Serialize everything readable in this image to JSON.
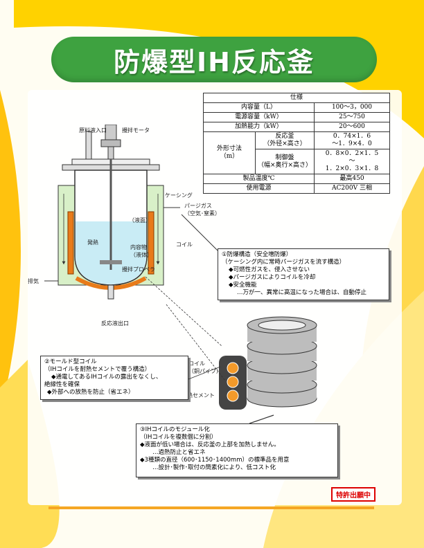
{
  "title": "防爆型IH反応釜",
  "spec": {
    "header": "仕様",
    "rows": [
      {
        "label": "内容量（L）",
        "value": "100～3，000"
      },
      {
        "label": "電源容量（kW）",
        "value": "25～750"
      },
      {
        "label": "加熱能力（kW）",
        "value": "20～600"
      }
    ],
    "dimension_label": "外形寸法\n（m）",
    "dimension_rows": [
      {
        "label": "反応釜\n（外径×高さ）",
        "value": "0．74×1．6\n～1．9×4．0"
      },
      {
        "label": "制御盤\n（幅×奥行×高さ）",
        "value": "0．8×0．2×1．5\n～\n1．2×0．3×1．8"
      }
    ],
    "temp": {
      "label": "製品温度℃",
      "value": "最高450"
    },
    "power": {
      "label": "使用電源",
      "value": "AC200V 三相"
    }
  },
  "diagram": {
    "raw_inlet": "原料液入口",
    "motor": "攪拌モータ",
    "casing": "ケーシング",
    "purge": "パージガス\n（空気･窒素）",
    "liquid_level": "（液面）",
    "heat": "発熱",
    "contents": "内容物\n（液体）",
    "coil": "コイル",
    "propeller": "攪拌プロペラ",
    "exhaust": "排気",
    "outlet": "反応液出口",
    "coil_pipe": "コイル\n（銅パイプ）",
    "cement": "耐熱セメント"
  },
  "callout1": {
    "title": "①防爆構造（安全増防爆）",
    "sub": "（ケーシング内に常時パージガスを流す構造）",
    "bullets": [
      "◆可燃性ガスを、侵入させない",
      "◆パージガスによりコイルを冷却",
      "◆安全機能"
    ],
    "note": "…万が一、異常に高温になった場合は、自動停止"
  },
  "callout2": {
    "title": "②モールド型コイル",
    "sub": "（IHコイルを耐熱セメントで覆う構造）",
    "line1": "◆通電してあるIHコイルの露出をなくし、",
    "line2": "絶縁性を確保",
    "line3": "◆外部への放熱を防止（省エネ）"
  },
  "callout3": {
    "title": "③IHコイルのモジュール化",
    "sub": "（IHコイルを複数個に分割）",
    "b1": "◆液面が低い場合は、反応釜の上部を加熱しません。",
    "b1note": "…過熱防止と省エネ",
    "b2": "◆3種類の直径（600･1150･1400mm）の標準品を用意",
    "b2note": "…設計･製作･取付の簡素化により、低コスト化"
  },
  "patent": "特許出願中",
  "colors": {
    "title_bg": "#3ea240",
    "background_stripe": "#ffc20e",
    "accent_line": "#f5a623",
    "patent": "#dd0000"
  }
}
